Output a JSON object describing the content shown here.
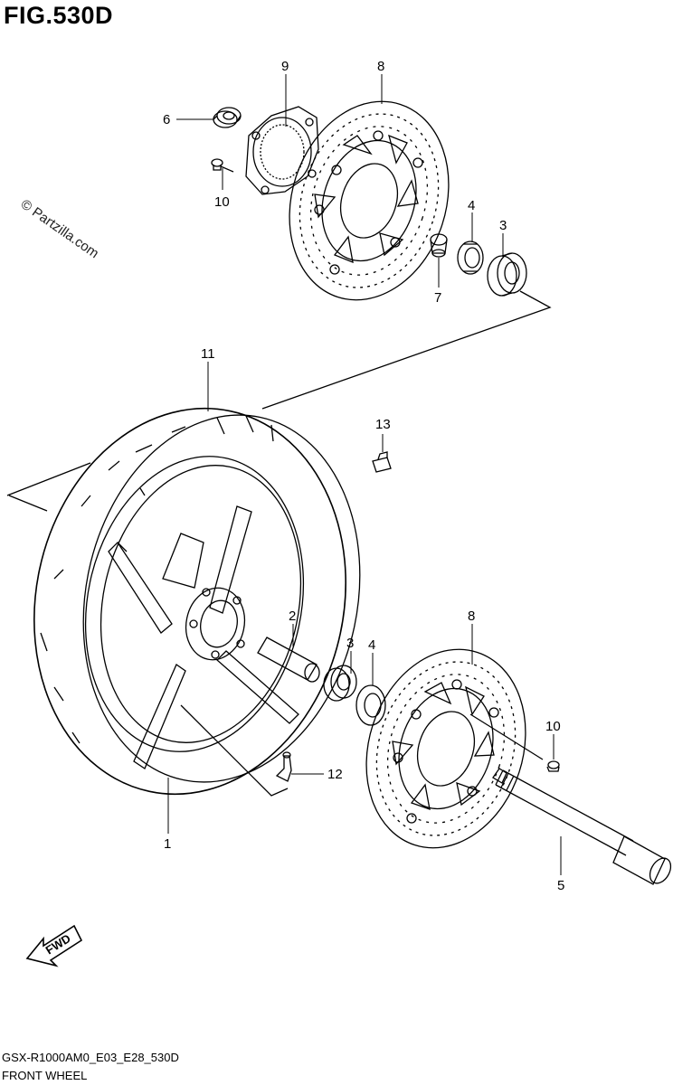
{
  "figure": {
    "title": "FIG.530D",
    "watermark": "© Partzilla.com",
    "footer_code": "GSX-R1000AM0_E03_E28_530D",
    "footer_name": "FRONT WHEEL",
    "fwd_label": "FWD"
  },
  "callouts": {
    "c9": "9",
    "c8a": "8",
    "c6": "6",
    "c10a": "10",
    "c4a": "4",
    "c3a": "3",
    "c7": "7",
    "c11": "11",
    "c13": "13",
    "c2": "2",
    "c3b": "3",
    "c4b": "4",
    "c8b": "8",
    "c10b": "10",
    "c12": "12",
    "c1": "1",
    "c5": "5"
  }
}
